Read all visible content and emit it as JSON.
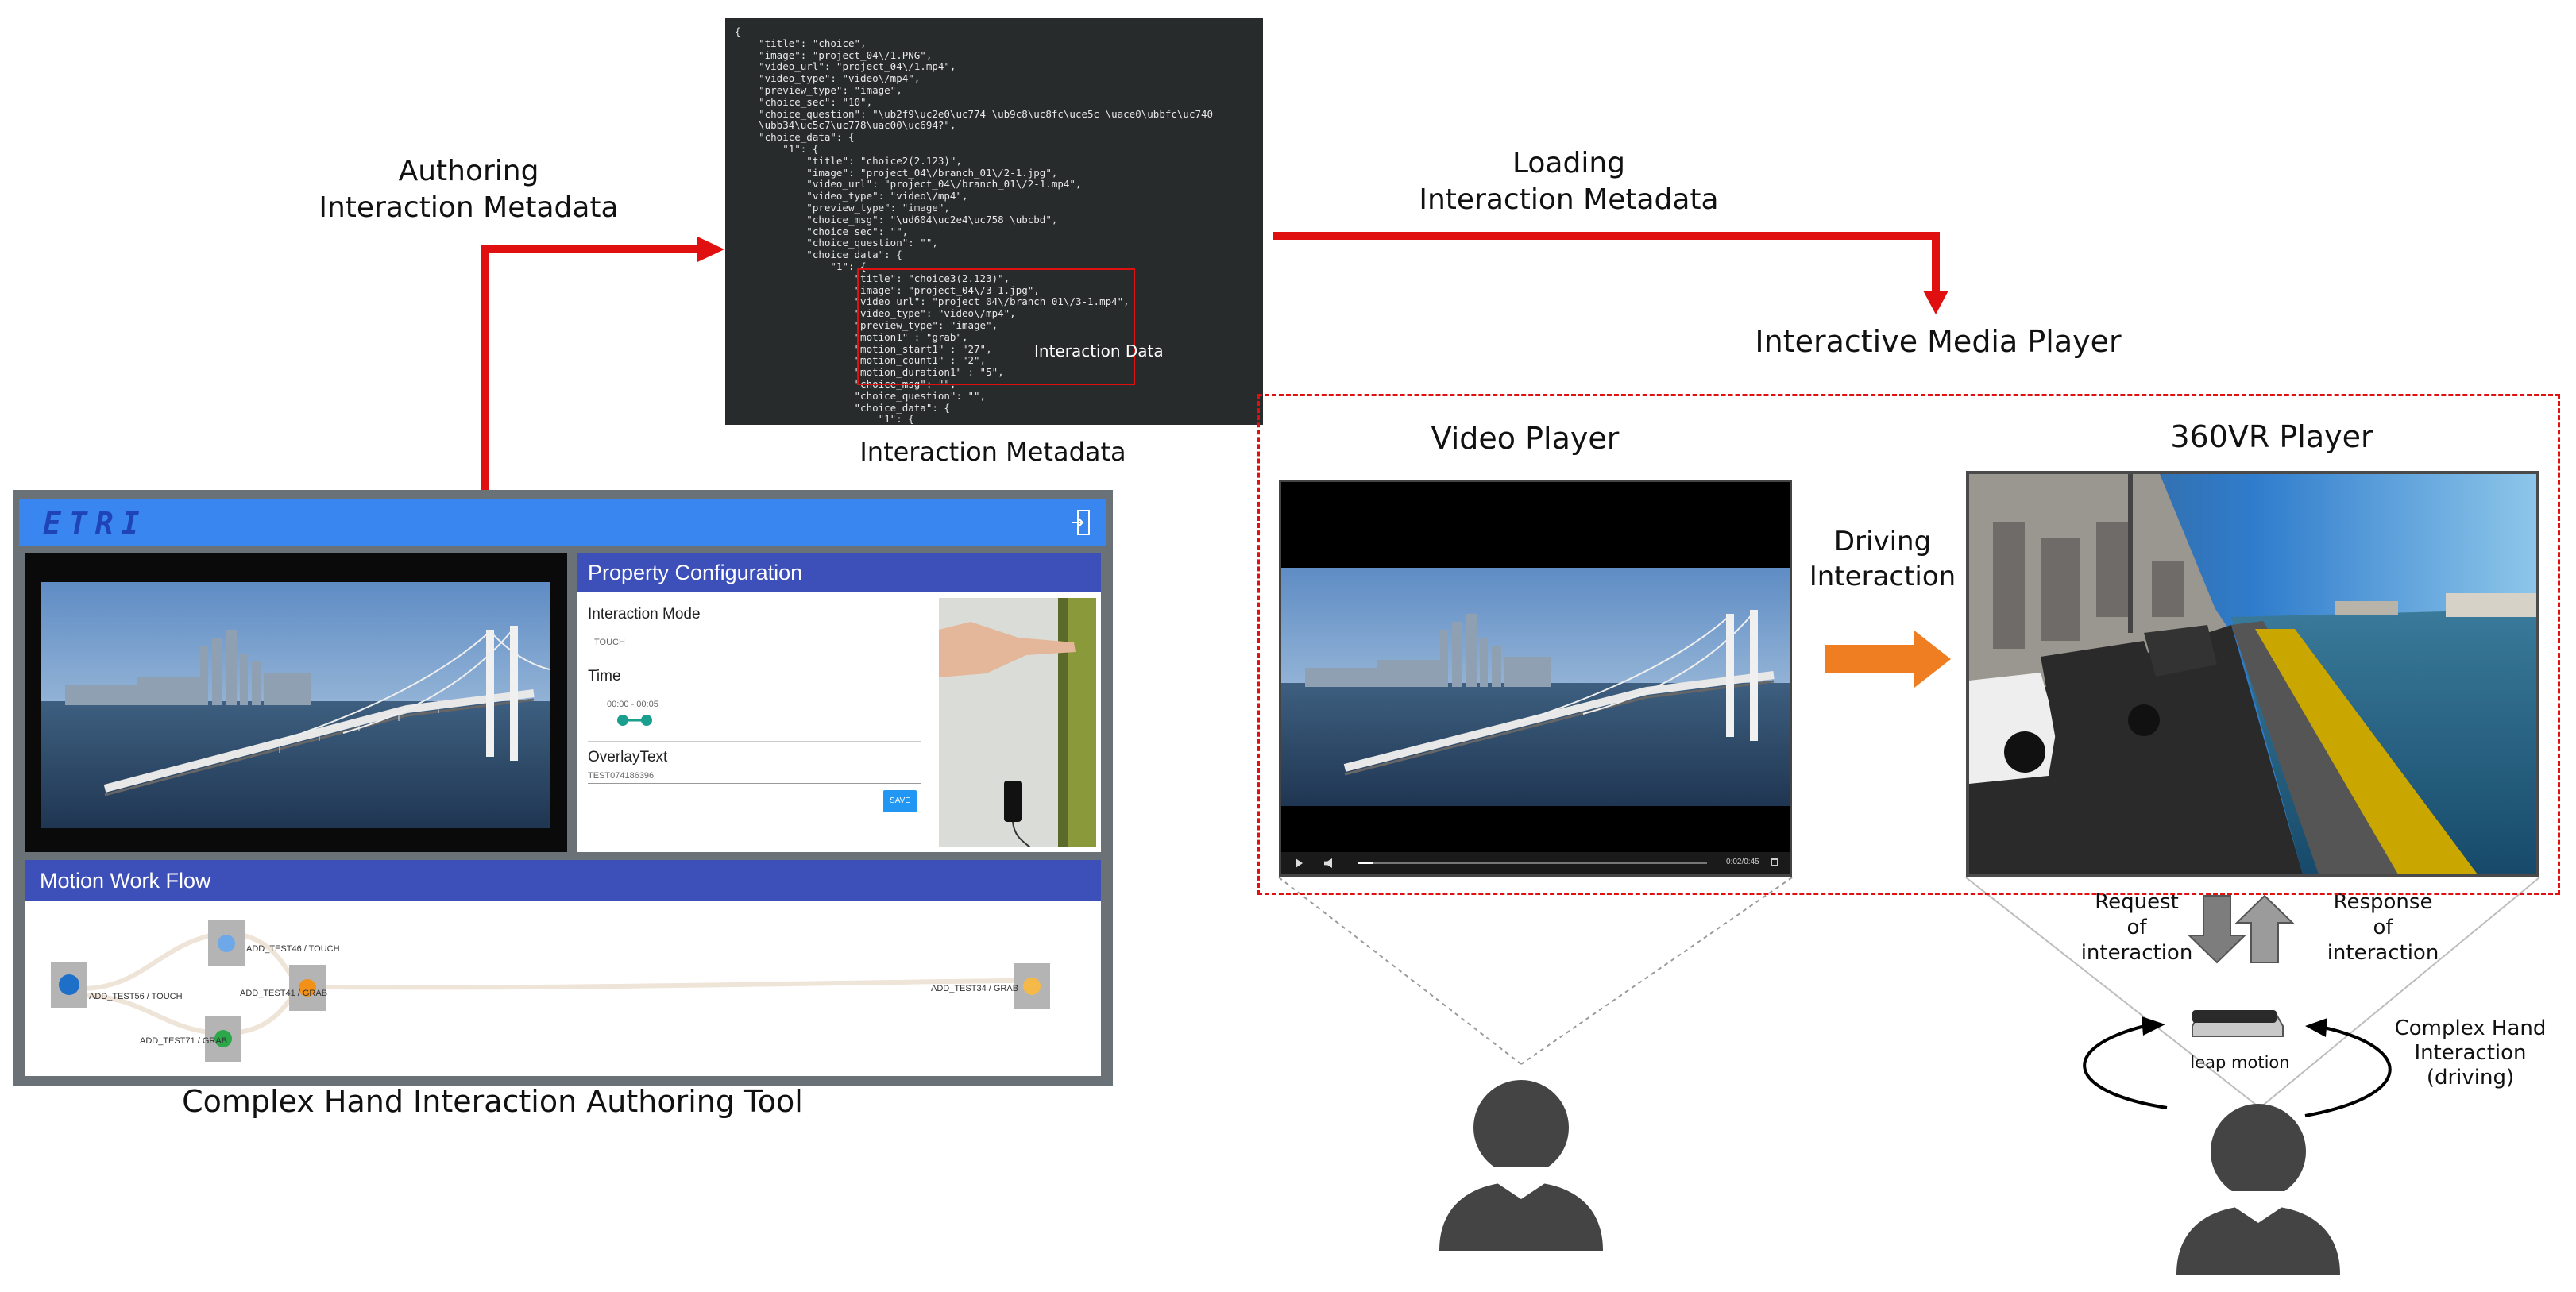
{
  "labels": {
    "authoring": [
      "Authoring",
      "Interaction Metadata"
    ],
    "loading": [
      "Loading",
      "Interaction Metadata"
    ],
    "interaction_metadata": "Interaction Metadata",
    "interaction_data": "Interaction Data",
    "interactive_media_player": "Interactive Media Player",
    "video_player": "Video Player",
    "vr_player": "360VR Player",
    "driving": [
      "Driving",
      "Interaction"
    ],
    "request": [
      "Request",
      "of",
      "interaction"
    ],
    "response": [
      "Response",
      "of",
      "interaction"
    ],
    "leap_motion": "leap motion",
    "complex_hand": [
      "Complex Hand",
      "Interaction",
      "(driving)"
    ],
    "tool_caption": "Complex Hand Interaction Authoring Tool"
  },
  "tool": {
    "logo": "ETRI",
    "property_title": "Property Configuration",
    "interaction_mode_label": "Interaction Mode",
    "interaction_mode_value": "TOUCH",
    "time_label": "Time",
    "time_value": "00:00 - 00:05",
    "overlay_label": "OverlayText",
    "overlay_value": "TEST074186396",
    "save_label": "SAVE",
    "motion_title": "Motion Work Flow",
    "nodes": [
      {
        "label": "ADD_TEST56 / TOUCH",
        "color": "#1e6fc8"
      },
      {
        "label": "ADD_TEST46 / TOUCH",
        "color": "#6fa8e8"
      },
      {
        "label": "ADD_TEST71 / GRAB",
        "color": "#2aa84a"
      },
      {
        "label": "ADD_TEST41 / GRAB",
        "color": "#f39018"
      },
      {
        "label": "ADD_TEST34 / GRAB",
        "color": "#f5b94a"
      }
    ]
  },
  "code_lines": [
    "{",
    "    \"title\": \"choice\",",
    "    \"image\": \"project_04\\/1.PNG\",",
    "    \"video_url\": \"project_04\\/1.mp4\",",
    "    \"video_type\": \"video\\/mp4\",",
    "    \"preview_type\": \"image\",",
    "    \"choice_sec\": \"10\",",
    "    \"choice_question\": \"\\ub2f9\\uc2e0\\uc774 \\ub9c8\\uc8fc\\uce5c \\uace0\\ubbfc\\uc740",
    "    \\ubb34\\uc5c7\\uc778\\uac00\\uc694?\",",
    "    \"choice_data\": {",
    "        \"1\": {",
    "            \"title\": \"choice2(2.123)\",",
    "            \"image\": \"project_04\\/branch_01\\/2-1.jpg\",",
    "            \"video_url\": \"project_04\\/branch_01\\/2-1.mp4\",",
    "            \"video_type\": \"video\\/mp4\",",
    "            \"preview_type\": \"image\",",
    "            \"choice_msg\": \"\\ud604\\uc2e4\\uc758 \\ubcbd\",",
    "            \"choice_sec\": \"\",",
    "            \"choice_question\": \"\",",
    "            \"choice_data\": {",
    "                \"1\": {",
    "                    \"title\": \"choice3(2.123)\",",
    "                    \"image\": \"project_04\\/3-1.jpg\",",
    "                    \"video_url\": \"project_04\\/branch_01\\/3-1.mp4\",",
    "                    \"video_type\": \"video\\/mp4\",",
    "                    \"preview_type\": \"image\",",
    "                    \"motion1\" : \"grab\",",
    "                    \"motion_start1\" : \"27\",",
    "                    \"motion_count1\" : \"2\",",
    "                    \"motion_duration1\" : \"5\",",
    "                    \"choice_msg\": \"\",",
    "                    \"choice_question\": \"\",",
    "                    \"choice_data\": {",
    "                        \"1\": {"
  ],
  "player": {
    "time": "0:02/0:45"
  },
  "colors": {
    "arrow_red": "#e01010",
    "arrow_orange": "#ef7d22",
    "tool_blue": "#3a86f0",
    "panel_header": "#3d4fb8"
  }
}
